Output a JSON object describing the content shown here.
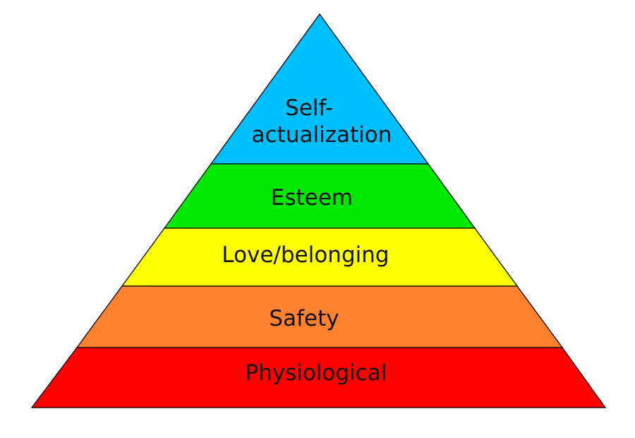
{
  "diagram": {
    "levels": [
      {
        "id": "self-actualization",
        "label_lines": [
          "Self-",
          "actualization"
        ],
        "color": "#00bfff"
      },
      {
        "id": "esteem",
        "label_lines": [
          "Esteem"
        ],
        "color": "#00e800"
      },
      {
        "id": "love-belonging",
        "label_lines": [
          "Love/belonging"
        ],
        "color": "#ffff00"
      },
      {
        "id": "safety",
        "label_lines": [
          "Safety"
        ],
        "color": "#ff8230"
      },
      {
        "id": "physiological",
        "label_lines": [
          "Physiological"
        ],
        "color": "#ff0000"
      }
    ]
  }
}
